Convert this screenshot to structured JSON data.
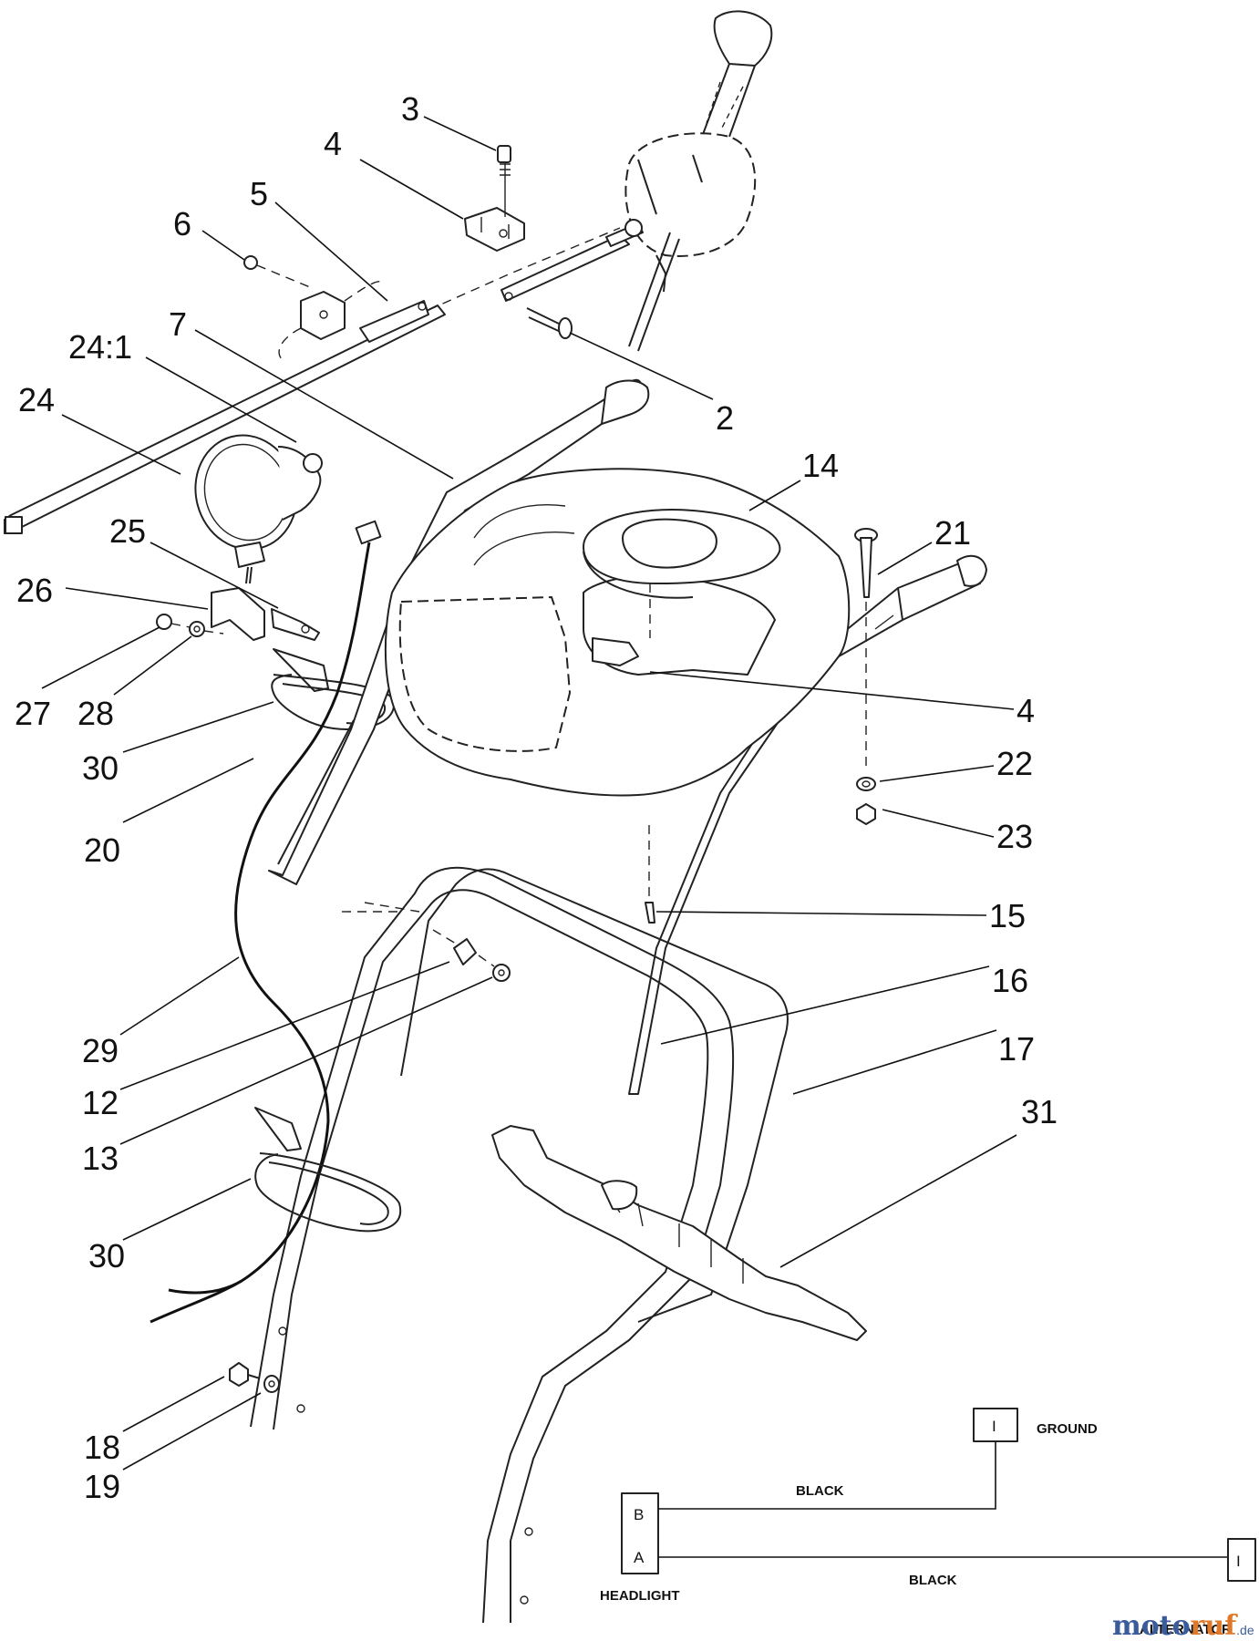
{
  "callouts": {
    "c3": "3",
    "c4a": "4",
    "c5": "5",
    "c6": "6",
    "c7": "7",
    "c24_1": "24:1",
    "c24": "24",
    "c2": "2",
    "c14": "14",
    "c25": "25",
    "c21": "21",
    "c26": "26",
    "c27": "27",
    "c28": "28",
    "c4b": "4",
    "c22": "22",
    "c30a": "30",
    "c20": "20",
    "c23": "23",
    "c15": "15",
    "c16": "16",
    "c29": "29",
    "c17": "17",
    "c12": "12",
    "c31": "31",
    "c13": "13",
    "c30b": "30",
    "c18": "18",
    "c19": "19"
  },
  "wiring": {
    "ground_label": "GROUND",
    "ground_terminal": "I",
    "alternator_terminal": "I",
    "alternator_label": "ALTERNATOR",
    "headlight_label": "HEADLIGHT",
    "pin_b": "B",
    "pin_a": "A",
    "wire_top": "BLACK",
    "wire_bottom": "BLACK"
  },
  "watermark": {
    "brand_blue": "moto",
    "brand_orange": "ruf",
    "suffix": ".de"
  }
}
